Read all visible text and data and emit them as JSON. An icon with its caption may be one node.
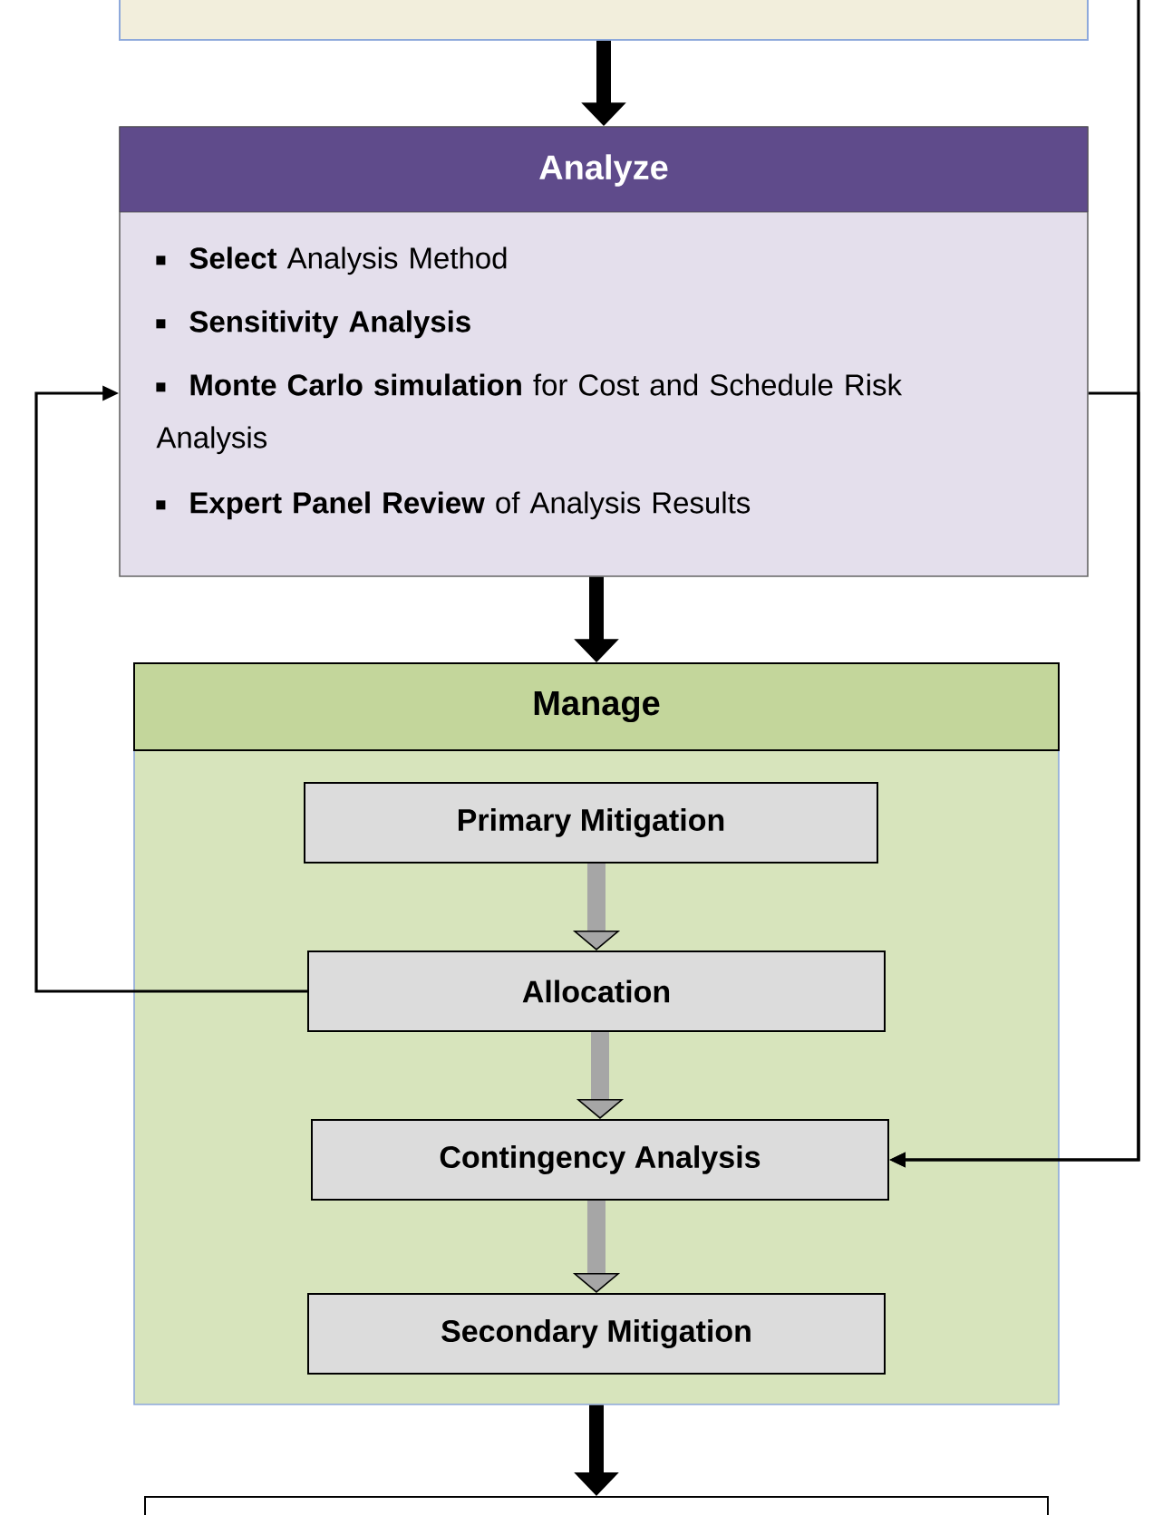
{
  "diagram": {
    "nodes": [
      {
        "text": [],
        "shape": "box"
      },
      {
        "text": [
          "Analyze",
          "**Select** Analysis Method",
          "**Sensitivity Analysis**",
          "**Monte Carlo simulation** for Cost and Schedule Risk Analysis",
          "**Expert Panel Review** of Analysis Results"
        ]
      },
      {
        "text": [
          "Manage"
        ]
      },
      {
        "text": [
          "Primary Mitigation"
        ],
        "in": 2
      },
      {
        "text": [
          "Allocation"
        ],
        "in": 2
      },
      {
        "text": [
          "Contingency Analysis"
        ],
        "in": 2
      },
      {
        "text": [
          "Secondary Mitigation"
        ],
        "in": 2
      },
      {
        "text": [],
        "shape": "box"
      }
    ],
    "edges": [
      {
        "from": 0,
        "to": 1,
        "arrow": "to"
      },
      {
        "from": 1,
        "to": 2,
        "arrow": "to"
      },
      {
        "from": 3,
        "to": 4,
        "arrow": "to",
        "color": "#a6a6a6"
      },
      {
        "from": 4,
        "to": 5,
        "arrow": "to",
        "color": "#a6a6a6"
      },
      {
        "from": 5,
        "to": 6,
        "arrow": "to",
        "color": "#a6a6a6"
      },
      {
        "from": 2,
        "to": 7,
        "arrow": "to"
      },
      {
        "from": 4,
        "to": 1,
        "arrow": "to"
      },
      {
        "from": 1,
        "to": 5,
        "arrow": "to"
      },
      {
        "from": null,
        "to": 5,
        "arrow": "to"
      }
    ]
  }
}
